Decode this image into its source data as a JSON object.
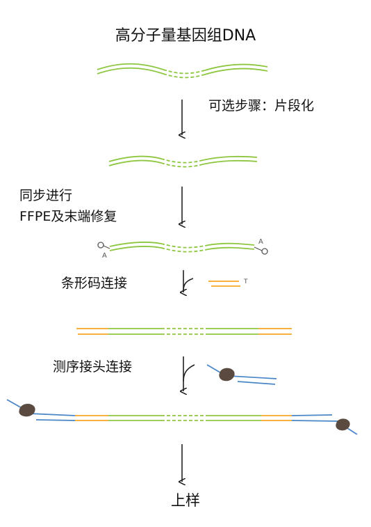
{
  "title": "高分子量基因组DNA",
  "steps": {
    "fragmentation": "可选步骤：片段化",
    "repair_line1": "同步进行",
    "repair_line2": "FFPE及末端修复",
    "barcode_ligation": "条形码连接",
    "adapter_ligation": "测序接头连接"
  },
  "final": "上样",
  "labels": {
    "a_tail": "A",
    "t_overhang": "T"
  },
  "colors": {
    "dna": "#8dc63f",
    "barcode": "#f5a623",
    "adapter": "#4a86c8",
    "motor_protein": "#5b4a3f",
    "arrow": "#222222"
  }
}
